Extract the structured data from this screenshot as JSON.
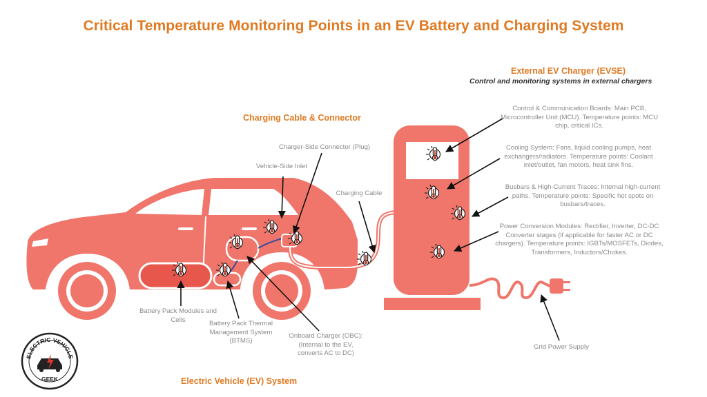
{
  "title": "Critical Temperature Monitoring Points in an EV Battery and Charging System",
  "sections": {
    "evse_title": "External EV Charger (EVSE)",
    "evse_subtitle": "Control and monitoring systems in external chargers",
    "cable_title": "Charging Cable & Connector",
    "ev_title": "Electric Vehicle (EV) System"
  },
  "labels": {
    "control_boards": "Control & Communication Boards: Main PCB, Microcontroller Unit (MCU). Temperature points: MCU chip, critical ICs.",
    "cooling": "Cooling System: Fans, liquid cooling pumps, heat exchangers/radiators. Temperature points: Coolant inlet/outlet, fan motors, heat sink fins.",
    "busbars": "Busbars & High-Current Traces: Internal high-current paths. Temperature points: Specific hot spots on busbars/traces.",
    "power_conversion": "Power Conversion Modules: Rectifier, Inverter, DC-DC Converter stages (if applicable for faster AC or DC chargers). Temperature points: IGBTs/MOSFETs, Diodes, Transformers, Inductors/Chokes.",
    "charger_plug": "Charger-Side Connector (Plug)",
    "vehicle_inlet": "Vehicle-Side Inlet",
    "charging_cable": "Charging Cable",
    "battery_modules": "Battery Pack Modules and Cells",
    "btms": "Battery Pack Thermal Management System (BTMS)",
    "obc": "Onboard Charger (OBC): (Internal to the EV, converts AC to DC)",
    "grid": "Grid Power Supply"
  },
  "logo": {
    "top_text": "ELECTRIC VEHICLE",
    "bottom_text": "GEEK"
  },
  "colors": {
    "accent": "#e07a22",
    "illustration": "#f0756a",
    "illustration_dark": "#e8574c",
    "label_gray": "#8a8a8a"
  },
  "icons": [
    "thermometer-icon",
    "ev-car-icon",
    "charging-station-icon",
    "plug-icon"
  ]
}
